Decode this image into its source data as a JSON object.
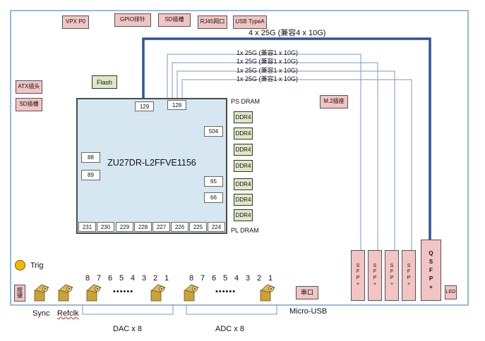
{
  "top_boxes": [
    "VPX P0",
    "GPIO排针",
    "SD插槽",
    "RJ45网口",
    "USB TypeA"
  ],
  "left_boxes": [
    "ATX插头",
    "SD插槽"
  ],
  "flash": "Flash",
  "m2": "M.2插座",
  "chip": {
    "name": "ZU27DR-L2FFVE1156",
    "top_ports": [
      "129",
      "128"
    ],
    "left_ports": [
      "88",
      "89"
    ],
    "right_ports": [
      "504",
      "65",
      "66"
    ],
    "bottom_ports": [
      "231",
      "230",
      "229",
      "228",
      "227",
      "226",
      "225",
      "224"
    ]
  },
  "ps_dram_label": "PS DRAM",
  "pl_dram_label": "PL DRAM",
  "ddr_label": "DDR4",
  "qsfp_link_label": "4 x 25G (兼容4 x 10G)",
  "sfp_link_labels": [
    "1x 25G (兼容1 x 10G)",
    "1x 25G (兼容1 x 10G)",
    "1x 25G (兼容1 x 10G)",
    "1x 25G (兼容1 x 10G)"
  ],
  "sfp_letters": [
    "S",
    "F",
    "P",
    "+"
  ],
  "qsfp_letters": [
    "Q",
    "S",
    "F",
    "P",
    "+"
  ],
  "led": "LED",
  "trig": "Trig",
  "button": "按键",
  "sync": "Sync",
  "refclk": "Refclk",
  "dac_numbers": [
    "8",
    "7",
    "6",
    "5",
    "4",
    "3",
    "2",
    "1"
  ],
  "adc_numbers": [
    "8",
    "7",
    "6",
    "5",
    "4",
    "3",
    "2",
    "1"
  ],
  "dots": "••••••",
  "dac_label": "DAC x 8",
  "adc_label": "ADC x 8",
  "serial": "串口",
  "micro_usb": "Micro-USB",
  "colors": {
    "pink": "#f2c4c4",
    "chip": "#d6e7f1",
    "ddr": "#dfe8c4",
    "bus": "#2f5597",
    "thin_wire": "#7f97c2",
    "trig": "#f5b800"
  }
}
